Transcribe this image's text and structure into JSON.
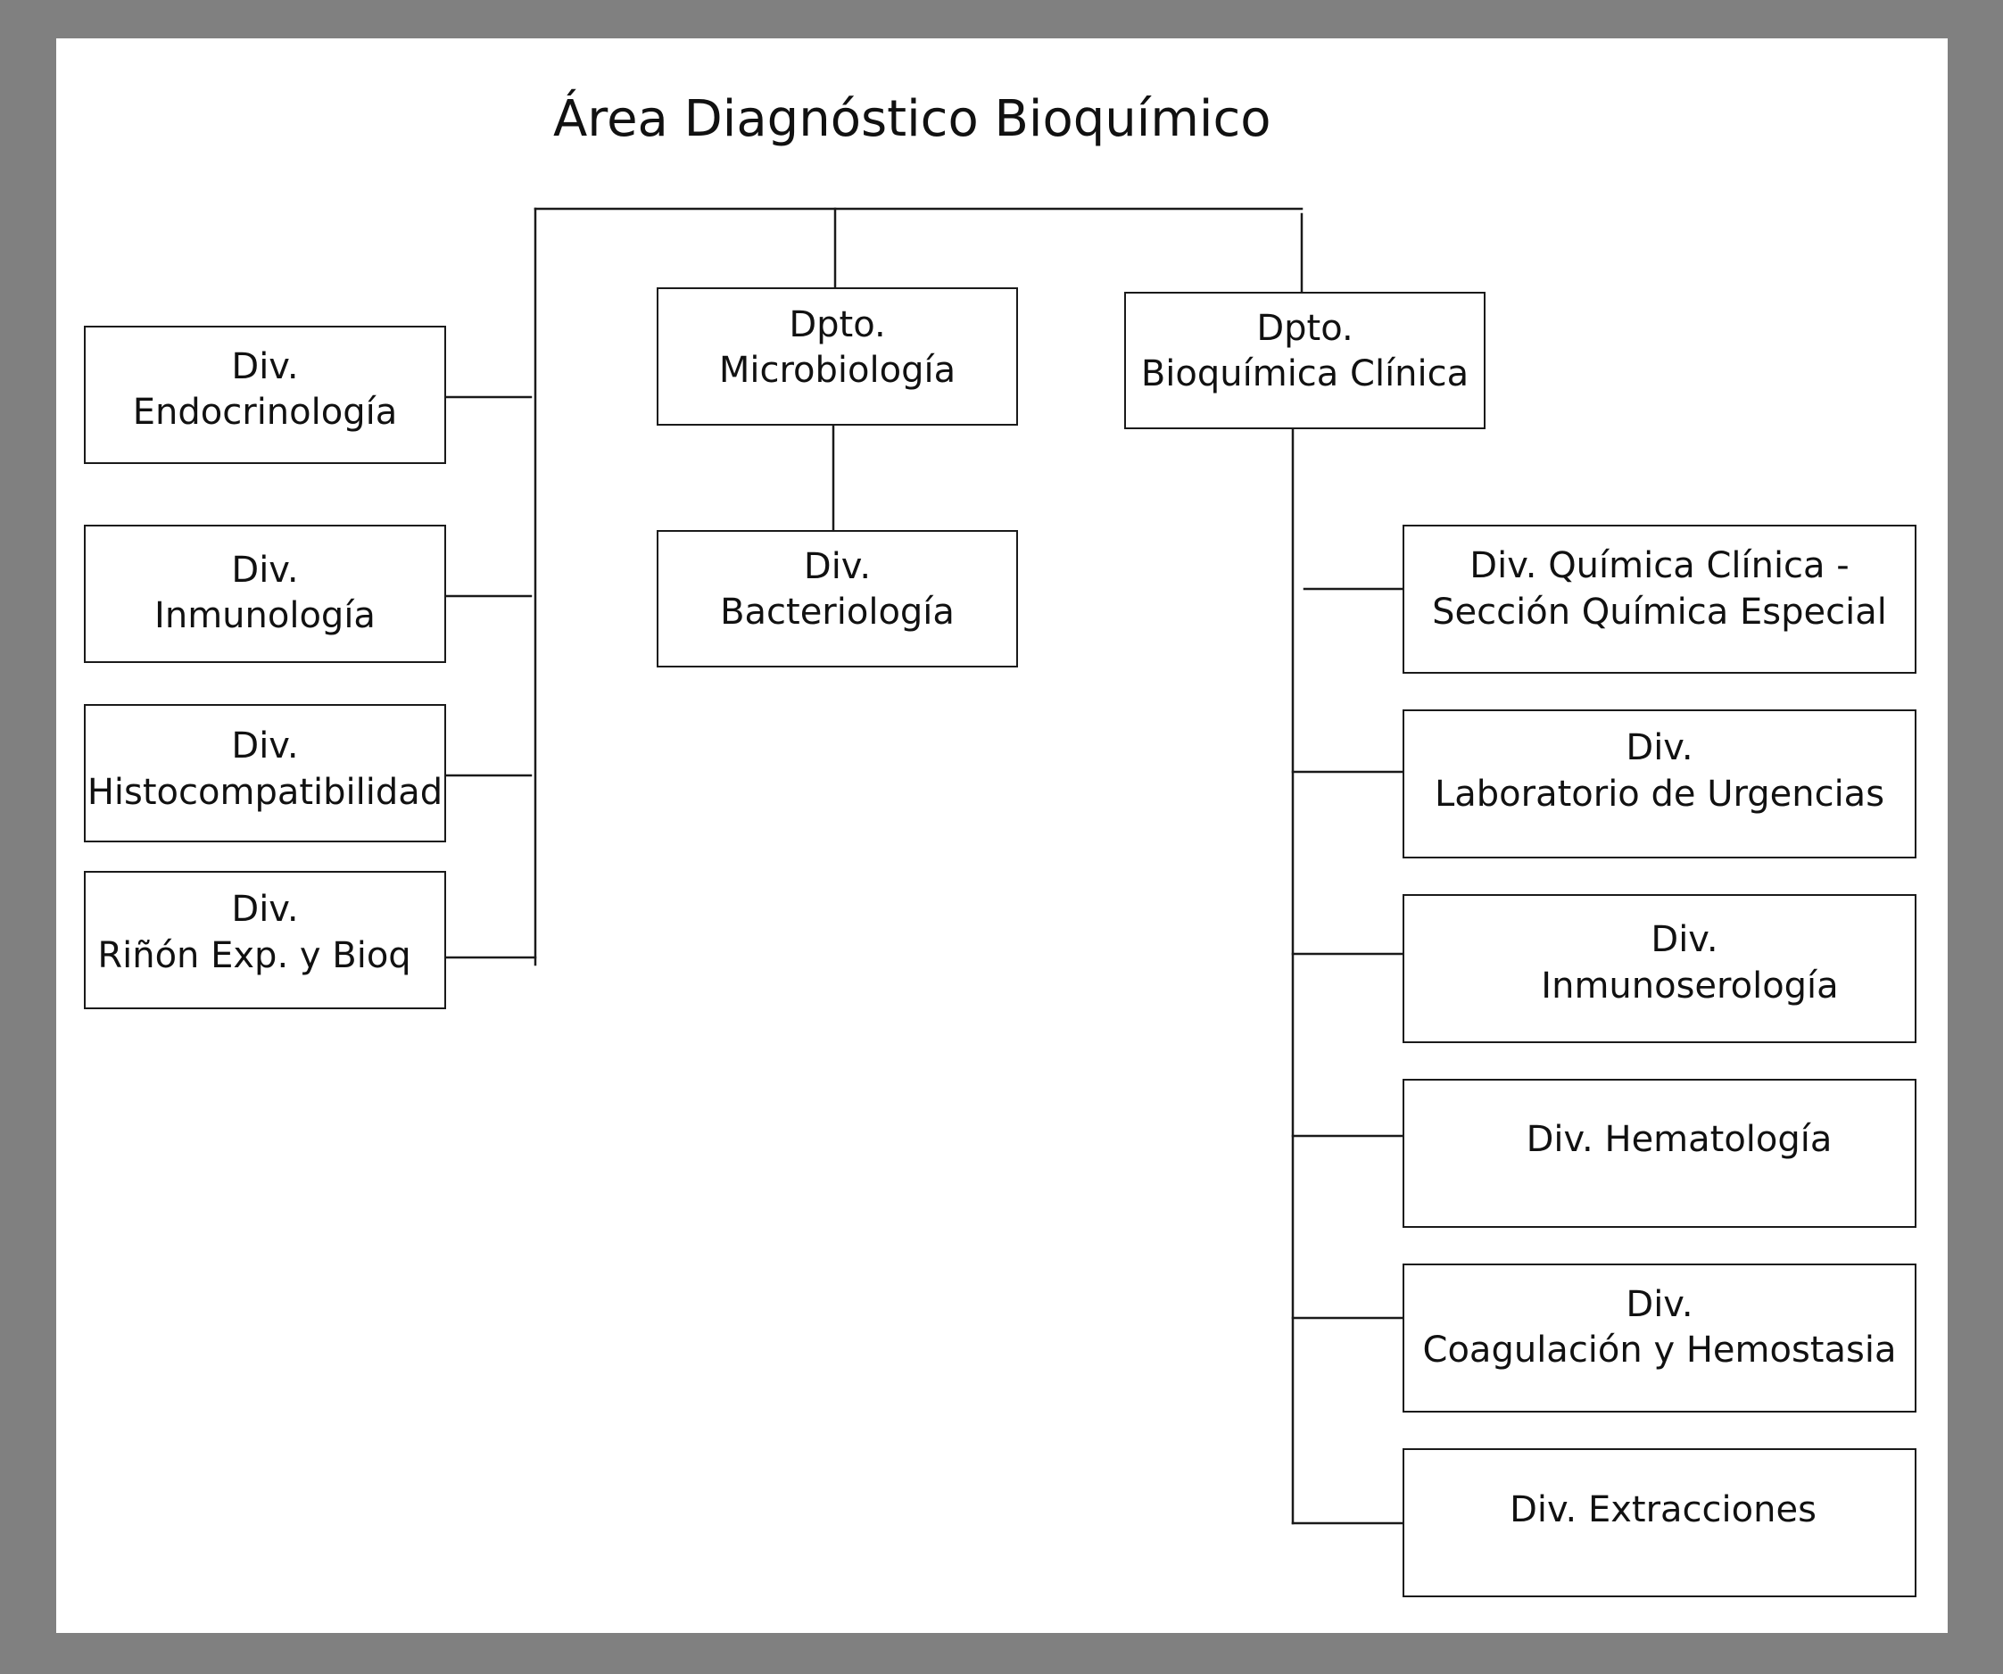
{
  "title": "Área Diagnóstico Bioquímico",
  "departments": {
    "microbiologia": {
      "line1": "Dpto.",
      "line2": "Microbiología"
    },
    "bioquimica_clinica": {
      "line1": "Dpto.",
      "line2": "Bioquímica Clínica"
    }
  },
  "left_divisions": [
    {
      "line1": "Div.",
      "line2": "Endocrinología"
    },
    {
      "line1": "Div.",
      "line2": "Inmunología"
    },
    {
      "line1": "Div.",
      "line2": "Histocompatibilidad"
    },
    {
      "line1": "Div.",
      "line2": "Riñón Exp. y Bioq"
    }
  ],
  "microbiologia_divisions": [
    {
      "line1": "Div.",
      "line2": "Bacteriología"
    }
  ],
  "bioquimica_divisions": [
    {
      "line1": "Div. Química Clínica -",
      "line2": "Sección Química Especial"
    },
    {
      "line1": "Div.",
      "line2": "Laboratorio de Urgencias"
    },
    {
      "line1": "Div.",
      "line2": "Inmunoserología"
    },
    {
      "line1": "Div. Hematología"
    },
    {
      "line1": "Div.",
      "line2": "Coagulación y Hemostasia"
    },
    {
      "line1": "Div. Extracciones"
    }
  ]
}
